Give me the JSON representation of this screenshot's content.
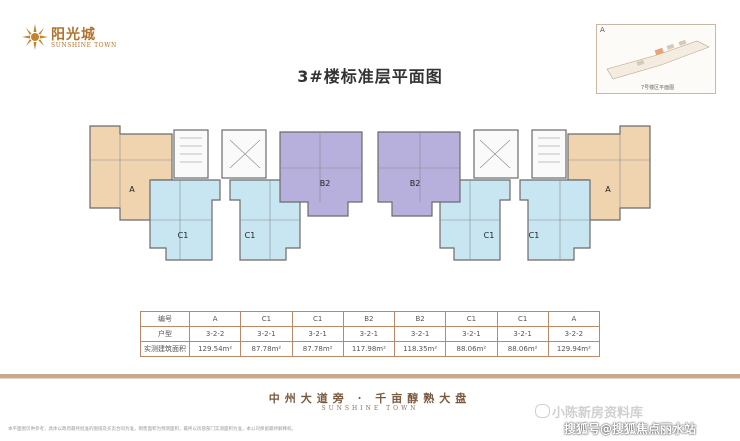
{
  "brand": {
    "name_cn": "阳光城",
    "name_en": "SUNSHINE TOWN"
  },
  "keymap": {
    "marker": "A",
    "caption": "7号楼区平面图"
  },
  "title": "3#楼标准层平面图",
  "plan_labels": [
    "A",
    "C1",
    "C1",
    "B2",
    "B2",
    "C1",
    "C1",
    "A"
  ],
  "plan_colors": {
    "A": "#f0d4b0",
    "B2": "#b7b0dc",
    "C1": "#c7e6f1"
  },
  "table": {
    "rows": [
      {
        "label": "编号",
        "cells": [
          "A",
          "C1",
          "C1",
          "B2",
          "B2",
          "C1",
          "C1",
          "A"
        ]
      },
      {
        "label": "户型",
        "cells": [
          "3-2-2",
          "3-2-1",
          "3-2-1",
          "3-2-1",
          "3-2-1",
          "3-2-1",
          "3-2-1",
          "3-2-2"
        ]
      },
      {
        "label": "实测建筑面积",
        "cells": [
          "129.54m²",
          "87.78m²",
          "87.78m²",
          "117.98m²",
          "118.35m²",
          "88.06m²",
          "88.06m²",
          "129.94m²"
        ]
      }
    ]
  },
  "slogan": {
    "cn": "中州大道旁 · 千亩醇熟大盘",
    "en": "SUNSHINE TOWN"
  },
  "disclaimer": "本平面图仅供参考，具体以政府最终批准的图纸及买卖合同为准，销售面积为预测面积，最终以房管部门实测面积为准，本公司保留最终解释权。",
  "watermarks": {
    "top": "小陈新房资料库",
    "bottom": "搜狐号@搜狐焦点丽水站"
  }
}
